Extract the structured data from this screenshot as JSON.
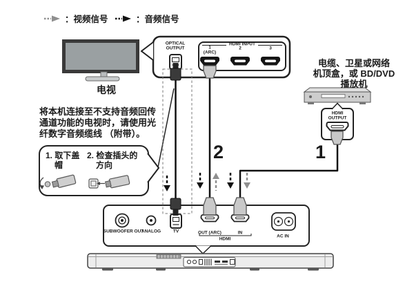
{
  "legend": {
    "video": "：视频信号",
    "audio": "：音频信号"
  },
  "tv": {
    "label": "电视"
  },
  "tv_panel": {
    "optical_l1": "OPTICAL",
    "optical_l2": "OUTPUT",
    "hdmi_title": "HDMI INPUT",
    "port1_l1": "1",
    "port1_l2": "(ARC)",
    "port2": "2",
    "port3": "3"
  },
  "note": {
    "l1": "将本机连接至不支持音频回传",
    "l2": "通道功能的电视时，请使用光",
    "l3": "纤数字音频缆线 （附带）。"
  },
  "steps": {
    "s1_l1": "1. 取下盖",
    "s1_l2": "帽",
    "s2_l1": "2. 检查插头的",
    "s2_l2": "方向"
  },
  "source": {
    "l1": "电缆、卫星或网络",
    "l2": "机顶盒，或 BD/DVD",
    "l3": "播放机"
  },
  "player_panel": {
    "l1": "HDMI",
    "l2": "OUTPUT"
  },
  "cable_labels": {
    "hdmi_in": "1",
    "hdmi_arc": "2"
  },
  "bar_panel": {
    "subwoofer": "SUBWOOFER OUT",
    "analog": "ANALOG",
    "tv": "TV",
    "out_arc": "OUT (ARC)",
    "hdmi_in": "IN",
    "hdmi_group": "HDMI",
    "ac_in": "AC IN"
  },
  "colors": {
    "ink": "#1a1a1a",
    "video_signal": "#8f8f8f",
    "audio_signal": "#111111",
    "device_gray": "#c9c9c9",
    "screen_gray": "#9aa0a2"
  }
}
